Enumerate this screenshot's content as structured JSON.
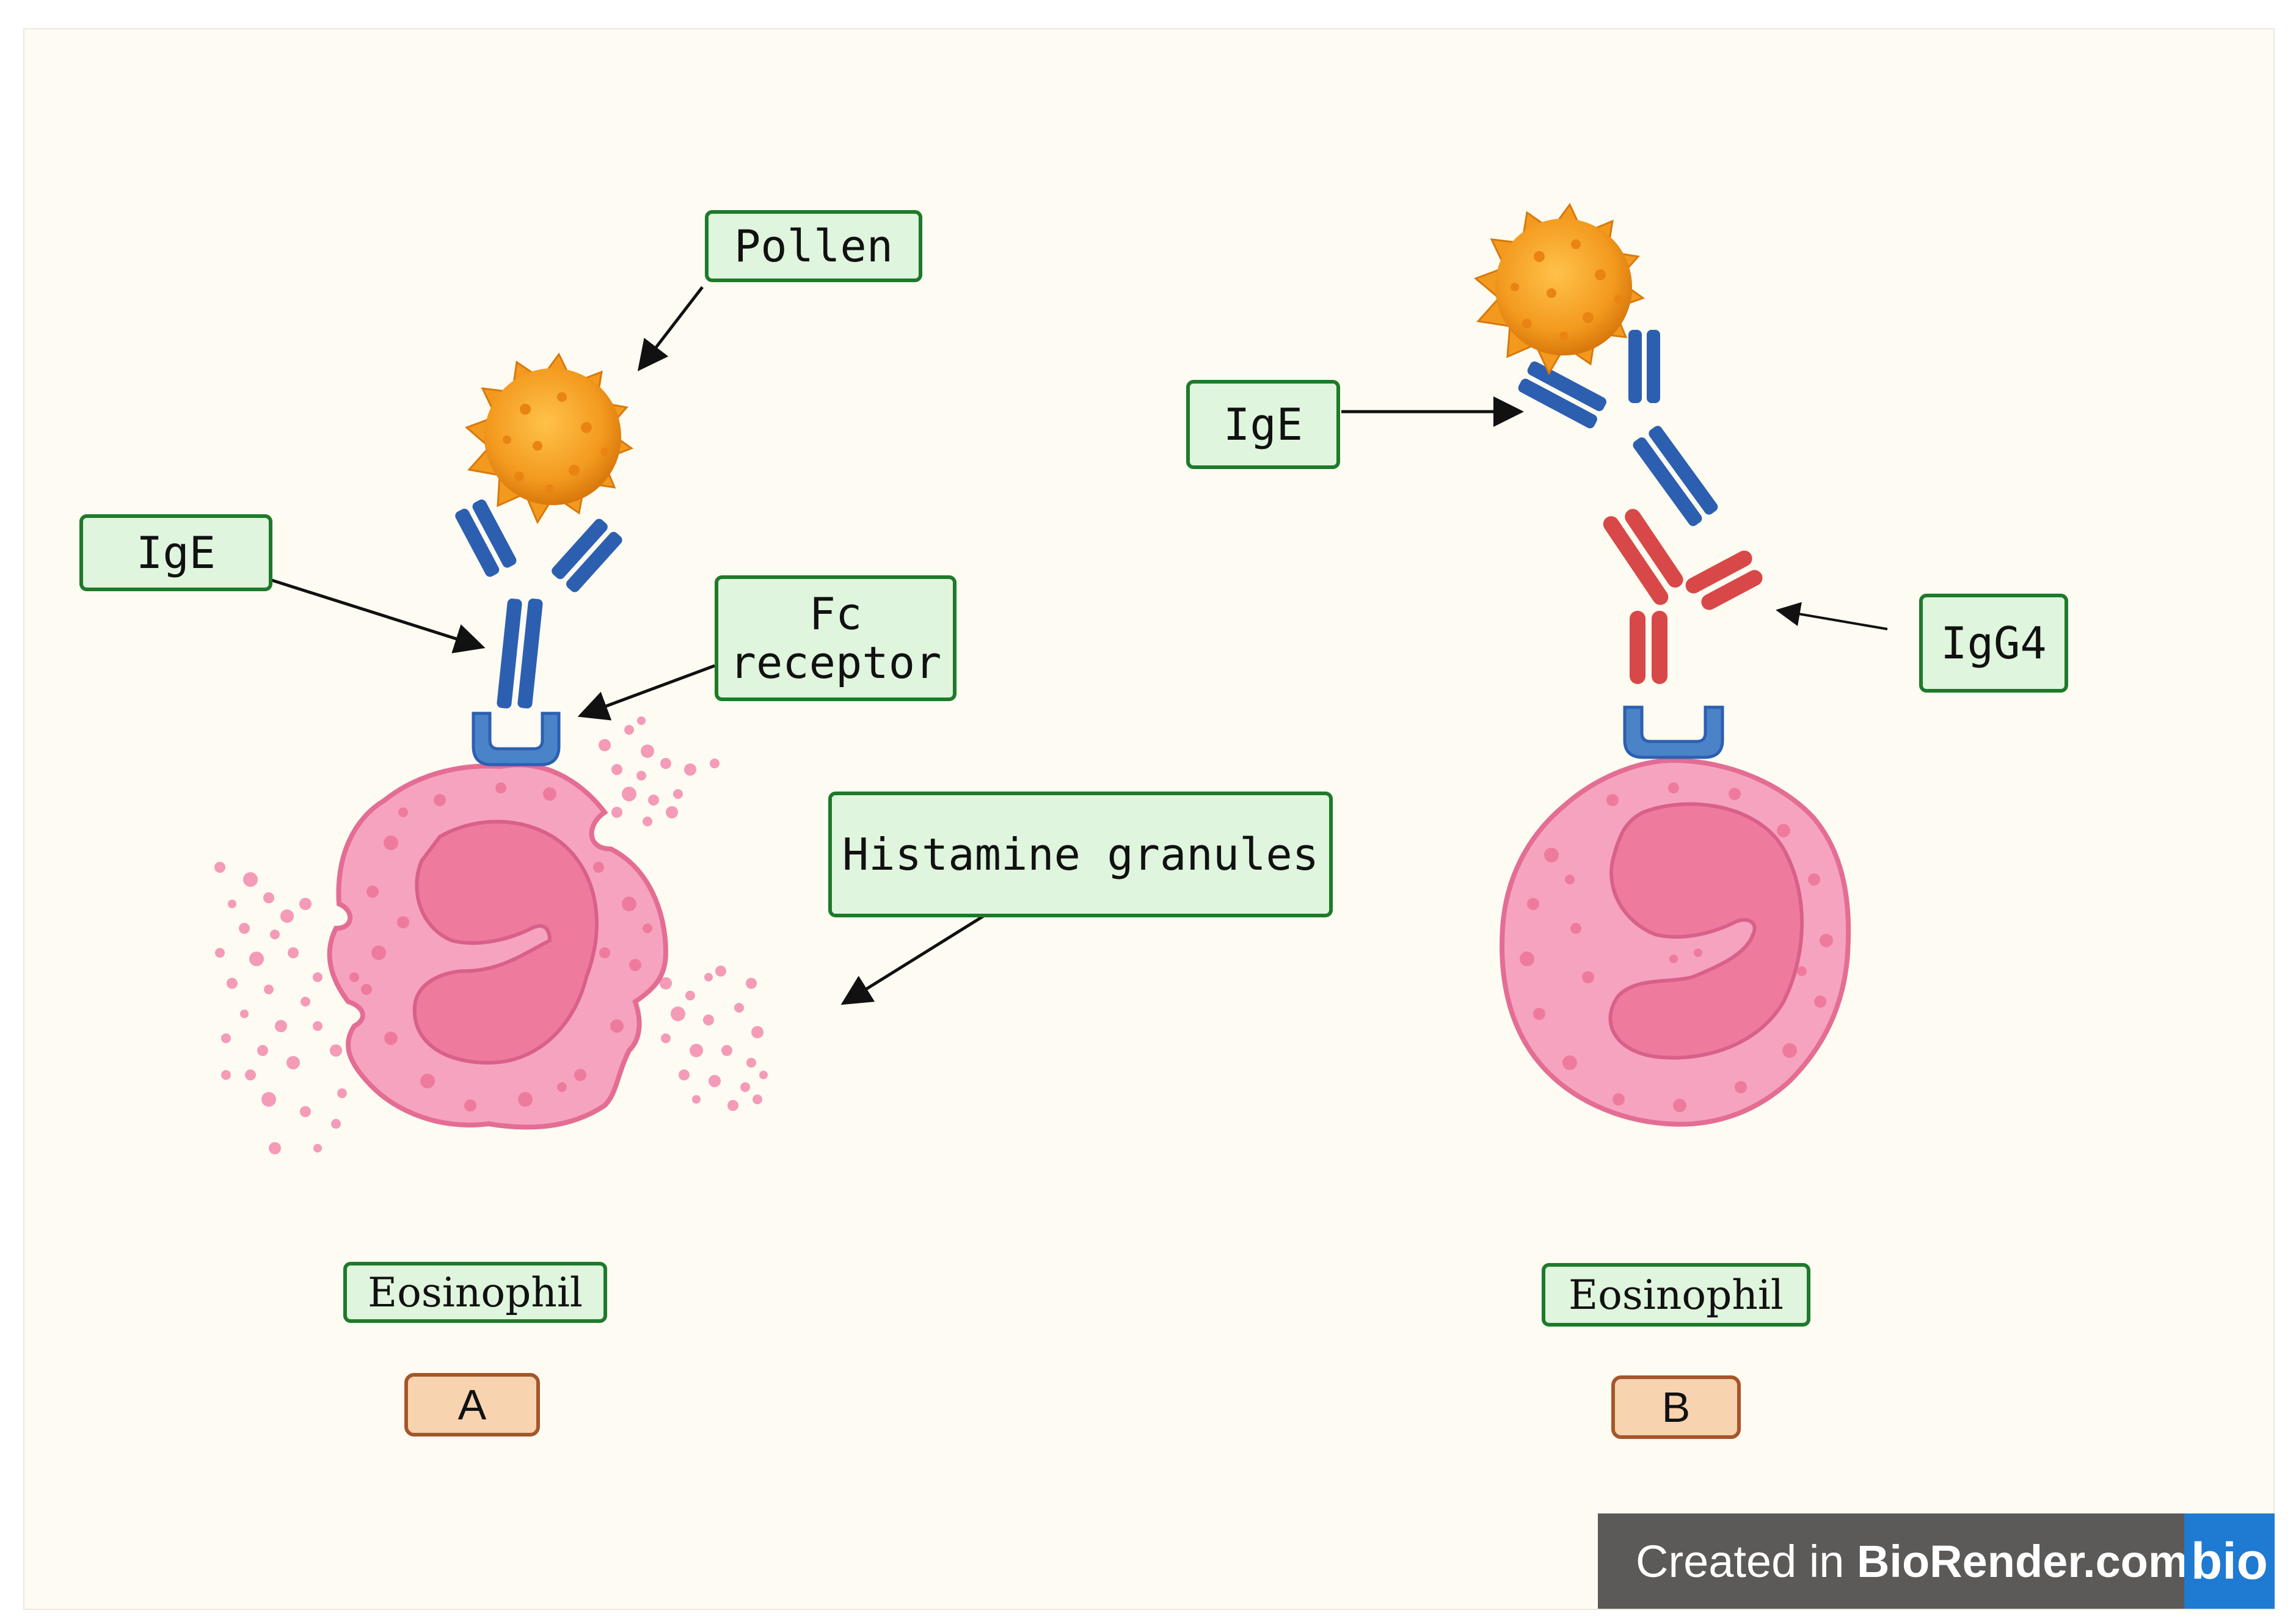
{
  "labels": {
    "pollen": "Pollen",
    "ige_left": "IgE",
    "fc_receptor_line1": "Fc",
    "fc_receptor_line2": "receptor",
    "histamine_granules": "Histamine granules",
    "ige_right": "IgE",
    "igg4": "IgG4",
    "eosinophil_left": "Eosinophil",
    "eosinophil_right": "Eosinophil"
  },
  "panel_tags": {
    "a": "A",
    "b": "B"
  },
  "footer": {
    "prefix": "Created in ",
    "brand": "BioRender.com",
    "logo": "bio"
  },
  "colors": {
    "background": "#fdfbf2",
    "label_fill": "#dff5dd",
    "label_border": "#1e7a2a",
    "tag_fill": "#f7d3b0",
    "tag_border": "#a5562a",
    "ige": "#2d5fb0",
    "igg4": "#d94848",
    "fc_receptor": "#4b83c9",
    "pollen": "#f39a1e",
    "cell": "#f49bb8",
    "nucleus": "#ee7b9d"
  }
}
